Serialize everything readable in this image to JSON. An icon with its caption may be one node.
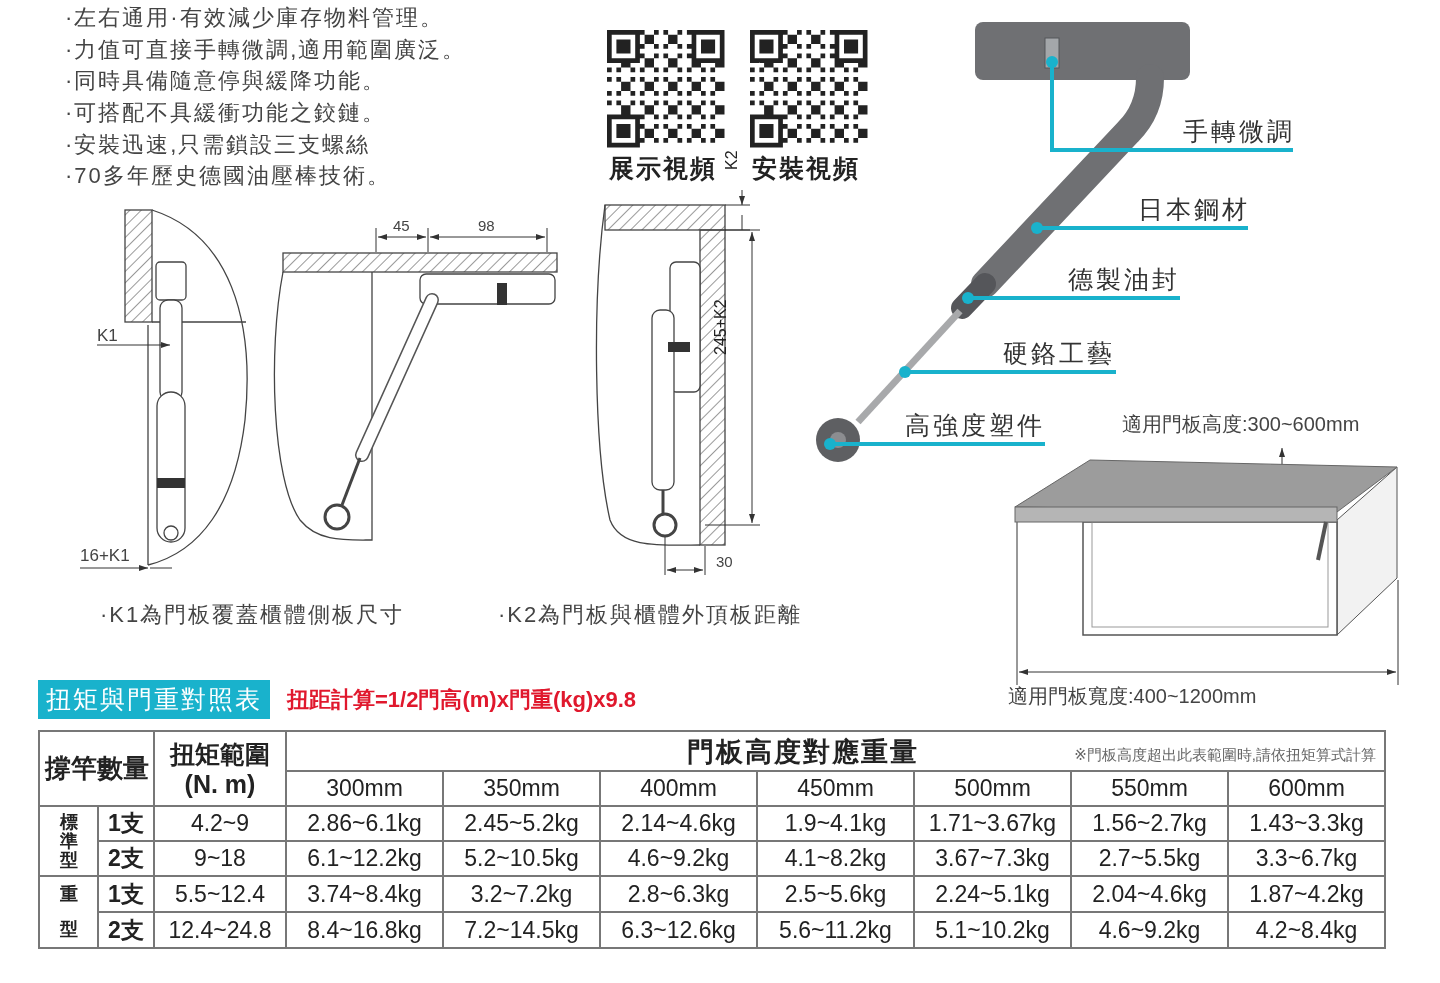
{
  "diagram": {
    "nodes": [
      {
        "text": [
          "手轉微調"
        ]
      },
      {
        "text": [
          "日本鋼材"
        ]
      },
      {
        "text": [
          "德製油封"
        ]
      },
      {
        "text": [
          "硬鉻工藝"
        ]
      },
      {
        "text": [
          "高強度塑件"
        ]
      },
      {
        "text": [],
        "shape": "box"
      },
      {
        "text": [],
        "shape": "picture"
      },
      {
        "text": [],
        "shape": "picture"
      },
      {
        "text": [],
        "shape": "picture"
      },
      {
        "text": [],
        "shape": "picture"
      }
    ],
    "edges": [
      {
        "from": 0,
        "to": 5,
        "arrow": "other"
      },
      {
        "from": 1,
        "to": 6,
        "arrow": "other"
      },
      {
        "from": 2,
        "to": 7,
        "arrow": "other"
      },
      {
        "from": 3,
        "to": 8,
        "arrow": "other"
      },
      {
        "from": 4,
        "to": 9,
        "arrow": "other"
      }
    ],
    "labels": [
      "·左右通用·有效減少庫存物料管理。",
      "·力值可直接手轉微調,適用範圍廣泛。",
      "·同時具備隨意停與緩降功能。",
      "·可搭配不具緩衝功能之鉸鏈。",
      "·安裝迅速,只需鎖設三支螺絲",
      "·70多年歷史德國油壓棒技術。",
      "展示視頻",
      "安裝視頻",
      "K2",
      "45",
      "98",
      "K1",
      "245+K2",
      "適用門板高度:300~600mm",
      "16+K1",
      "30",
      "·K1為門板覆蓋櫃體側板尺寸",
      "·K2為門板與櫃體外頂板距離",
      "扭矩與門重對照表",
      "扭距計算=1/2門高(m)x門重(kg)x9.8",
      "適用門板寬度:400~1200mm",
      "撐竿數量",
      "扭矩範圍 (N. m)",
      "門板高度對應重量",
      "※門板高度超出此表範圍時,請依扭矩算式計算",
      "300mm",
      "350mm",
      "400mm",
      "450mm",
      "500mm",
      "550mm",
      "600mm",
      "標準型",
      "1支",
      "4.2~9",
      "2.86~6.1kg",
      "2.45~5.2kg",
      "2.14~4.6kg",
      "1.9~4.1kg",
      "1.71~3.67kg",
      "1.56~2.7kg",
      "1.43~3.3kg",
      "2支",
      "9~18",
      "6.1~12.2kg",
      "5.2~10.5kg",
      "4.6~9.2kg",
      "4.1~8.2kg",
      "3.67~7.3kg",
      "2.7~5.5kg",
      "3.3~6.7kg",
      "重型",
      "1支",
      "5.5~12.4",
      "3.74~8.4kg",
      "3.2~7.2kg",
      "2.8~6.3kg",
      "2.5~5.6kg",
      "2.24~5.1kg",
      "2.04~4.6kg",
      "1.87~4.2kg",
      "2支",
      "12.4~24.8",
      "8.4~16.8kg",
      "7.2~14.5kg",
      "6.3~12.6kg",
      "5.6~11.2kg",
      "5.1~10.2kg",
      "4.6~9.2kg",
      "4.2~8.4kg"
    ]
  }
}
